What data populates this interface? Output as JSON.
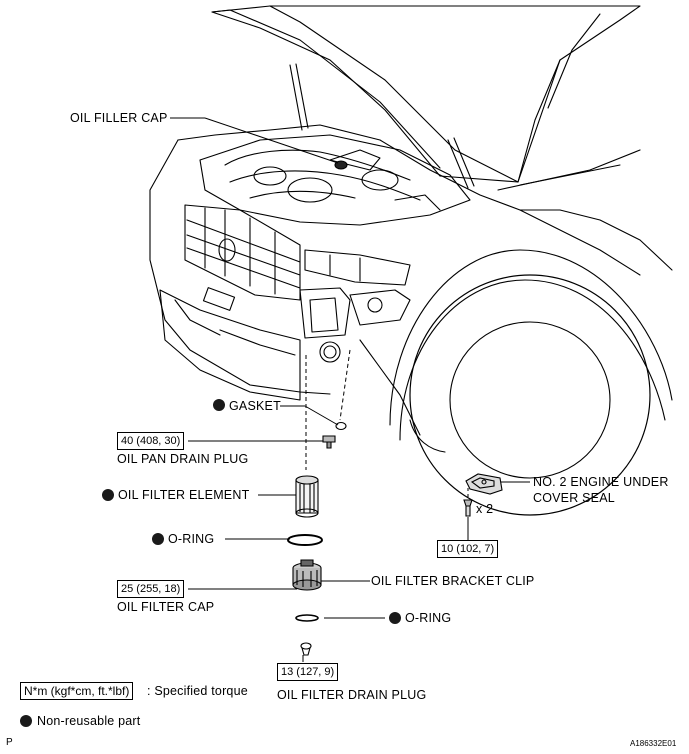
{
  "labels": {
    "oil_filler_cap": "OIL FILLER CAP",
    "gasket": "GASKET",
    "oil_pan_drain_plug": "OIL PAN DRAIN PLUG",
    "oil_filter_element": "OIL FILTER ELEMENT",
    "o_ring_upper": "O-RING",
    "oil_filter_cap": "OIL FILTER CAP",
    "oil_filter_bracket_clip": "OIL FILTER BRACKET CLIP",
    "o_ring_lower": "O-RING",
    "oil_filter_drain_plug": "OIL FILTER DRAIN PLUG",
    "under_cover_seal_line1": "NO. 2 ENGINE UNDER",
    "under_cover_seal_line2": "COVER SEAL",
    "clip_qty": "x 2"
  },
  "torques": {
    "oil_pan_drain_plug": "40 (408, 30)",
    "oil_filter_cap": "25 (255, 18)",
    "oil_filter_drain_plug": "13 (127, 9)",
    "under_cover_seal": "10 (102, 7)"
  },
  "legend": {
    "torque_unit": "N*m (kgf*cm, ft.*lbf)",
    "torque_desc": ": Specified torque",
    "nonreusable": "Non-reusable part"
  },
  "footer": {
    "left": "P",
    "right": "A186332E01"
  },
  "colors": {
    "ink": "#000000",
    "nonreusable_dot": "#1a1a1a"
  }
}
